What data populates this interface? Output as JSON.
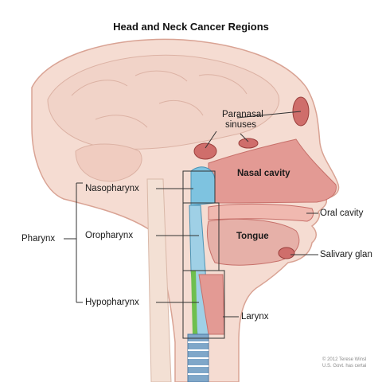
{
  "title": "Head and Neck Cancer Regions",
  "labels": {
    "paranasal_sinuses": [
      "Paranasal",
      "sinuses"
    ],
    "nasal_cavity": "Nasal cavity",
    "oral_cavity": "Oral cavity",
    "tongue": "Tongue",
    "salivary_glands": "Salivary glan",
    "larynx": "Larynx",
    "nasopharynx": "Nasopharynx",
    "oropharynx": "Oropharynx",
    "hypopharynx": "Hypopharynx",
    "pharynx": "Pharynx"
  },
  "credit": [
    "© 2012 Terese Winsl",
    "U.S. Govt. has certai"
  ],
  "colors": {
    "skin": "#f5dcd2",
    "skin_outline": "#d9a394",
    "tissue_red": "#cf6e6b",
    "nasal_pink": "#e39a94",
    "pharynx_blue": "#7ec3e0",
    "green": "#6fbf4e",
    "trachea_blue": "#7fa7c9"
  }
}
